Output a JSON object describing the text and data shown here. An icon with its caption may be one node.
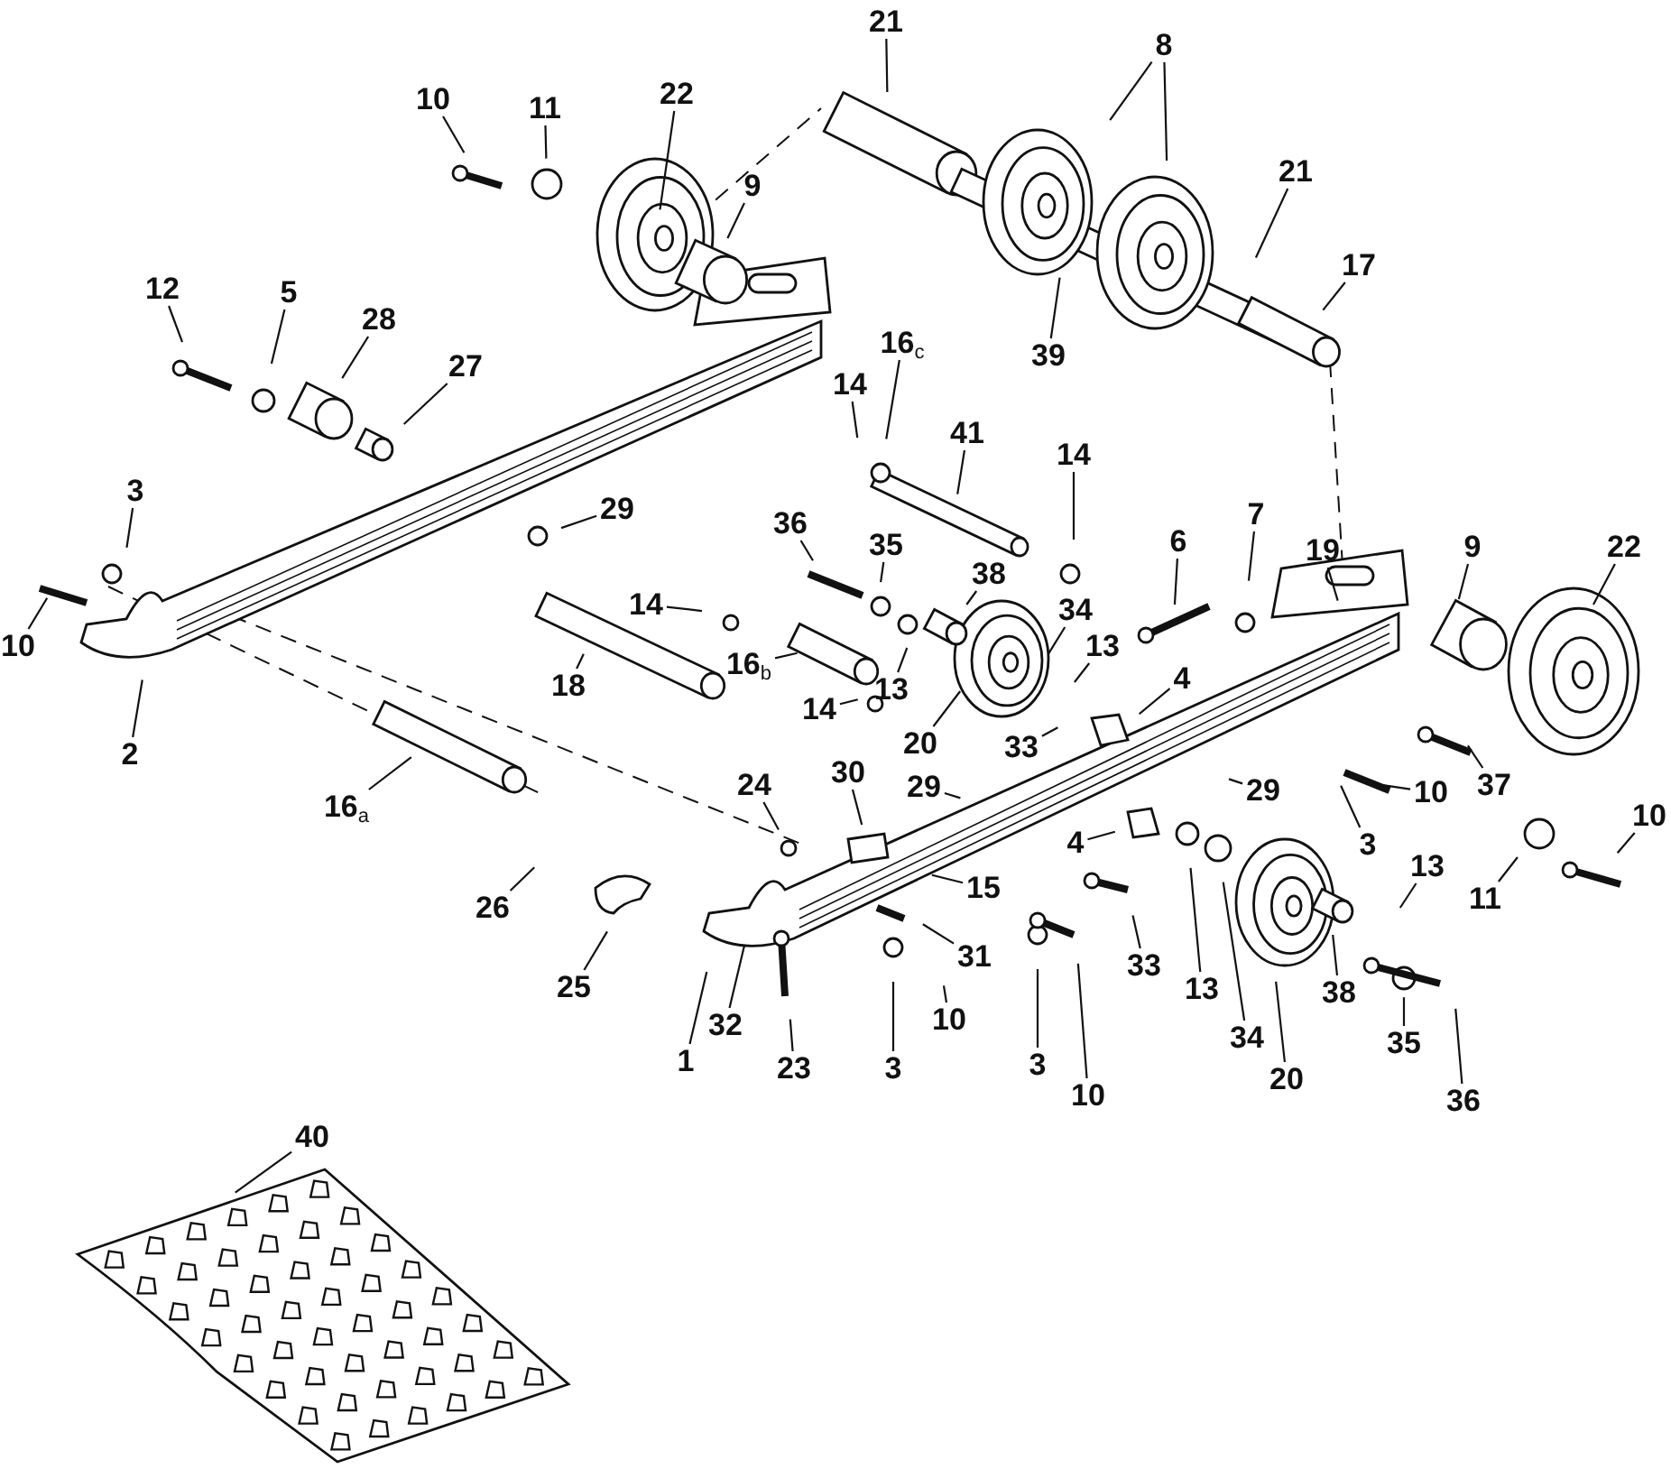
{
  "diagram": {
    "nodes": [
      {
        "text": [
          "21"
        ]
      },
      {
        "text": [
          "8"
        ]
      },
      {
        "text": [
          "10"
        ]
      },
      {
        "text": [
          "11"
        ]
      },
      {
        "text": [
          "22"
        ]
      },
      {
        "text": [
          "9"
        ]
      },
      {
        "text": [
          "21"
        ]
      },
      {
        "text": [
          "17"
        ]
      },
      {
        "text": [
          "12"
        ]
      },
      {
        "text": [
          "5"
        ]
      },
      {
        "text": [
          "28"
        ]
      },
      {
        "text": [
          "27"
        ]
      },
      {
        "text": [
          "39"
        ]
      },
      {
        "text": [
          "16$_{c}$"
        ]
      },
      {
        "text": [
          "14"
        ]
      },
      {
        "text": [
          "41"
        ]
      },
      {
        "text": [
          "14"
        ]
      },
      {
        "text": [
          "3"
        ]
      },
      {
        "text": [
          "29"
        ]
      },
      {
        "text": [
          "7"
        ]
      },
      {
        "text": [
          "36"
        ]
      },
      {
        "text": [
          "6"
        ]
      },
      {
        "text": [
          "35"
        ]
      },
      {
        "text": [
          "22"
        ]
      },
      {
        "text": [
          "9"
        ]
      },
      {
        "text": [
          "19"
        ]
      },
      {
        "text": [
          "38"
        ]
      },
      {
        "text": [
          "14"
        ]
      },
      {
        "text": [
          "34"
        ]
      },
      {
        "text": [
          "10"
        ]
      },
      {
        "text": [
          "13"
        ]
      },
      {
        "text": [
          "13"
        ]
      },
      {
        "text": [
          "16$_{b}$"
        ]
      },
      {
        "text": [
          "18"
        ]
      },
      {
        "text": [
          "4"
        ]
      },
      {
        "text": [
          "14"
        ]
      },
      {
        "text": [
          "33"
        ]
      },
      {
        "text": [
          "20"
        ]
      },
      {
        "text": [
          "2"
        ]
      },
      {
        "text": [
          "29"
        ]
      },
      {
        "text": [
          "29"
        ]
      },
      {
        "text": [
          "24"
        ]
      },
      {
        "text": [
          "30"
        ]
      },
      {
        "text": [
          "37"
        ]
      },
      {
        "text": [
          "10"
        ]
      },
      {
        "text": [
          "16$_{a}$"
        ]
      },
      {
        "text": [
          "10"
        ]
      },
      {
        "text": [
          "3"
        ]
      },
      {
        "text": [
          "4"
        ]
      },
      {
        "text": [
          "13"
        ]
      },
      {
        "text": [
          "15"
        ]
      },
      {
        "text": [
          "11"
        ]
      },
      {
        "text": [
          "26"
        ]
      },
      {
        "text": [
          "31"
        ]
      },
      {
        "text": [
          "33"
        ]
      },
      {
        "text": [
          "13"
        ]
      },
      {
        "text": [
          "38"
        ]
      },
      {
        "text": [
          "25"
        ]
      },
      {
        "text": [
          "32"
        ]
      },
      {
        "text": [
          "10"
        ]
      },
      {
        "text": [
          "35"
        ]
      },
      {
        "text": [
          "34"
        ]
      },
      {
        "text": [
          "1"
        ]
      },
      {
        "text": [
          "23"
        ]
      },
      {
        "text": [
          "3"
        ]
      },
      {
        "text": [
          "3"
        ]
      },
      {
        "text": [
          "20"
        ]
      },
      {
        "text": [
          "10"
        ]
      },
      {
        "text": [
          "36"
        ]
      },
      {
        "text": [
          "40"
        ]
      }
    ],
    "edges": [
      {
        "from": 0,
        "to": null,
        "arrow": "none"
      },
      {
        "from": 1,
        "to": null,
        "arrow": "none"
      },
      {
        "from": 1,
        "to": null,
        "arrow": "none"
      },
      {
        "from": 2,
        "to": null,
        "arrow": "none"
      },
      {
        "from": 3,
        "to": null,
        "arrow": "none"
      },
      {
        "from": 4,
        "to": null,
        "arrow": "none"
      },
      {
        "from": 5,
        "to": null,
        "arrow": "none"
      },
      {
        "from": 6,
        "to": null,
        "arrow": "none"
      },
      {
        "from": 7,
        "to": null,
        "arrow": "none"
      },
      {
        "from": 8,
        "to": null,
        "arrow": "none"
      },
      {
        "from": 9,
        "to": null,
        "arrow": "none"
      },
      {
        "from": 10,
        "to": null,
        "arrow": "none"
      },
      {
        "from": 11,
        "to": null,
        "arrow": "none"
      },
      {
        "from": 12,
        "to": null,
        "arrow": "none"
      },
      {
        "from": 13,
        "to": null,
        "arrow": "none"
      },
      {
        "from": 14,
        "to": null,
        "arrow": "none"
      },
      {
        "from": 15,
        "to": null,
        "arrow": "none"
      },
      {
        "from": 16,
        "to": null,
        "arrow": "none"
      },
      {
        "from": 17,
        "to": null,
        "arrow": "none"
      },
      {
        "from": 18,
        "to": null,
        "arrow": "none"
      },
      {
        "from": 19,
        "to": null,
        "arrow": "none"
      },
      {
        "from": 20,
        "to": null,
        "arrow": "none"
      },
      {
        "from": 21,
        "to": null,
        "arrow": "none"
      },
      {
        "from": 22,
        "to": null,
        "arrow": "none"
      },
      {
        "from": 23,
        "to": null,
        "arrow": "none"
      },
      {
        "from": 24,
        "to": null,
        "arrow": "none"
      },
      {
        "from": 25,
        "to": null,
        "arrow": "none"
      },
      {
        "from": 26,
        "to": null,
        "arrow": "none"
      },
      {
        "from": 27,
        "to": null,
        "arrow": "none"
      },
      {
        "from": 28,
        "to": null,
        "arrow": "none"
      },
      {
        "from": 29,
        "to": null,
        "arrow": "none"
      },
      {
        "from": 30,
        "to": null,
        "arrow": "none"
      },
      {
        "from": 31,
        "to": null,
        "arrow": "none"
      },
      {
        "from": 32,
        "to": null,
        "arrow": "none"
      },
      {
        "from": 33,
        "to": null,
        "arrow": "none"
      },
      {
        "from": 34,
        "to": null,
        "arrow": "none"
      },
      {
        "from": 35,
        "to": null,
        "arrow": "none"
      },
      {
        "from": 36,
        "to": null,
        "arrow": "none"
      },
      {
        "from": 37,
        "to": null,
        "arrow": "none"
      },
      {
        "from": 38,
        "to": null,
        "arrow": "none"
      },
      {
        "from": 39,
        "to": null,
        "arrow": "none"
      },
      {
        "from": 40,
        "to": null,
        "arrow": "none"
      },
      {
        "from": 41,
        "to": null,
        "arrow": "none"
      },
      {
        "from": 42,
        "to": null,
        "arrow": "none"
      },
      {
        "from": 43,
        "to": null,
        "arrow": "none"
      },
      {
        "from": 44,
        "to": null,
        "arrow": "none"
      },
      {
        "from": 45,
        "to": null,
        "arrow": "none"
      },
      {
        "from": 46,
        "to": null,
        "arrow": "none"
      },
      {
        "from": 47,
        "to": null,
        "arrow": "none"
      },
      {
        "from": 48,
        "to": null,
        "arrow": "none"
      },
      {
        "from": 49,
        "to": null,
        "arrow": "none"
      },
      {
        "from": 50,
        "to": null,
        "arrow": "none"
      },
      {
        "from": 51,
        "to": null,
        "arrow": "none"
      },
      {
        "from": 52,
        "to": null,
        "arrow": "none"
      },
      {
        "from": 53,
        "to": null,
        "arrow": "none"
      },
      {
        "from": 54,
        "to": null,
        "arrow": "none"
      },
      {
        "from": 55,
        "to": null,
        "arrow": "none"
      },
      {
        "from": 56,
        "to": null,
        "arrow": "none"
      },
      {
        "from": 57,
        "to": null,
        "arrow": "none"
      },
      {
        "from": 58,
        "to": null,
        "arrow": "none"
      },
      {
        "from": 59,
        "to": null,
        "arrow": "none"
      },
      {
        "from": 60,
        "to": null,
        "arrow": "none"
      },
      {
        "from": 61,
        "to": null,
        "arrow": "none"
      },
      {
        "from": 62,
        "to": null,
        "arrow": "none"
      },
      {
        "from": 63,
        "to": null,
        "arrow": "none"
      },
      {
        "from": 64,
        "to": null,
        "arrow": "none"
      },
      {
        "from": 65,
        "to": null,
        "arrow": "none"
      },
      {
        "from": 66,
        "to": null,
        "arrow": "none"
      },
      {
        "from": 67,
        "to": null,
        "arrow": "none"
      },
      {
        "from": 68,
        "to": null,
        "arrow": "none"
      },
      {
        "from": 69,
        "to": null,
        "arrow": "none"
      }
    ]
  }
}
